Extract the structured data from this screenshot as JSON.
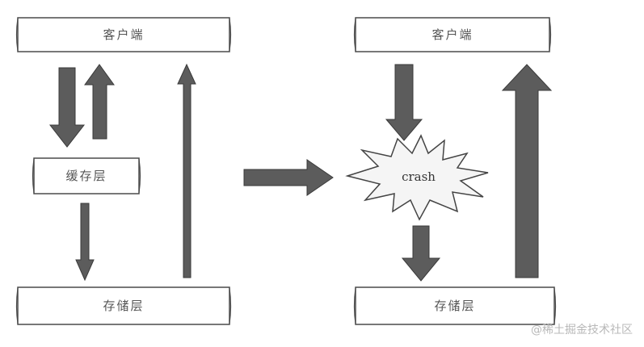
{
  "left_panel": {
    "client_label": "客户端",
    "cache_label": "缓存层",
    "storage_label": "存储层"
  },
  "right_panel": {
    "client_label": "客户端",
    "crash_label": "crash",
    "storage_label": "存储层"
  },
  "watermark": "@稀土掘金技术社区",
  "colors": {
    "arrow": "#5c5c5c",
    "arrow_outline": "#3a3a3a",
    "box_border": "#4a4a4a"
  }
}
